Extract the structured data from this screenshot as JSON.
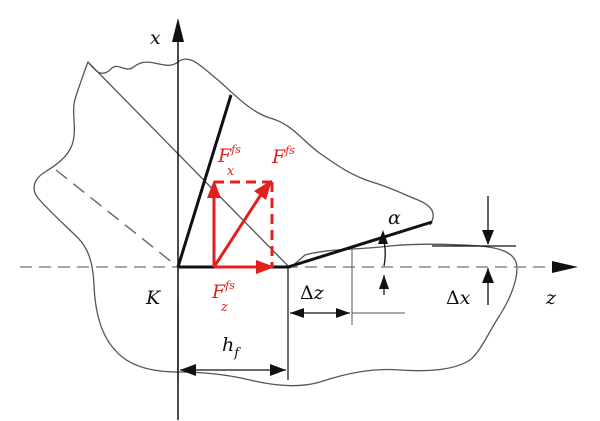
{
  "colors": {
    "ink": "#111111",
    "force": "#e0201e",
    "outline": "#555555",
    "dash": "#888888"
  },
  "labels": {
    "x_axis": "x",
    "z_axis": "z",
    "origin": "K",
    "alpha": "α",
    "dz_delta": "Δ",
    "dz_var": "z",
    "dx_delta": "Δ",
    "dx_var": "x",
    "hf_main": "h",
    "hf_sub": "f",
    "f_main": "F",
    "f_sup": "fs",
    "fx_main": "F",
    "fx_sup": "fs",
    "fx_sub": "x",
    "fz_main": "F",
    "fz_sup": "fs",
    "fz_sub": "z"
  }
}
